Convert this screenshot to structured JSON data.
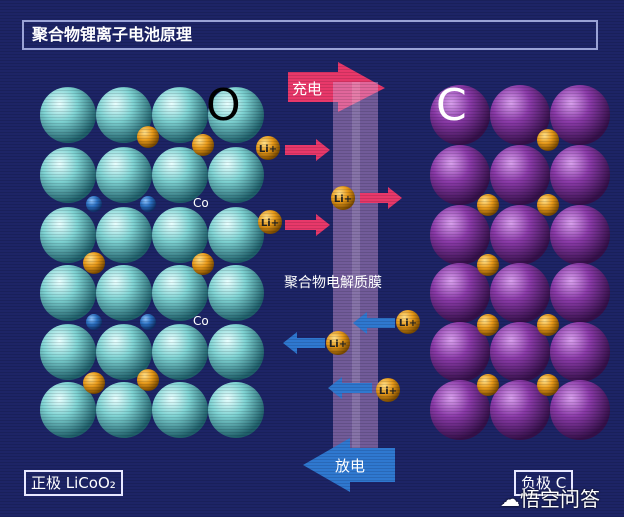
{
  "title": "聚合物锂离子电池原理",
  "charge_label": "充电",
  "discharge_label": "放电",
  "membrane_label": "聚合物电解质膜",
  "cathode_symbol": "O",
  "anode_symbol": "C",
  "cobalt_label": "Co",
  "ion_label": "Li+",
  "positive_label": "正极 LiCoO₂",
  "negative_label": "负极 C",
  "watermark": "悟空问答",
  "colors": {
    "background": "#1d2466",
    "cathode_sphere": "#7fd3d3",
    "anode_sphere": "#8a3aa8",
    "lithium": "#e89a1a",
    "cobalt": "#2a6fc0",
    "charge_arrow": "#e8386a",
    "discharge_arrow": "#2f78d0"
  }
}
